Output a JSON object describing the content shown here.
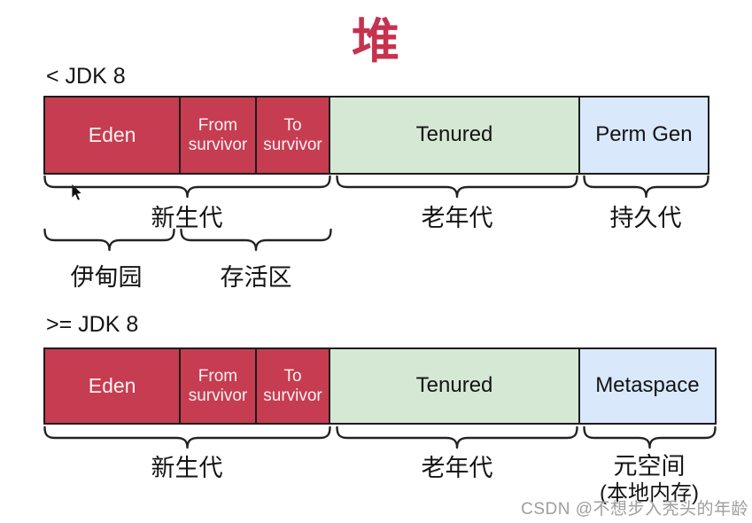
{
  "title": "堆",
  "watermark": "CSDN @不想步入秃头的年龄",
  "colors": {
    "title": "#C5334E",
    "young_gen_fill": "#C63C50",
    "young_gen_text": "#FBF1F3",
    "tenured_fill": "#D5E8D4",
    "perm_gen_fill": "#DAE8FC",
    "metaspace_fill": "#DAE8FC",
    "outline": "#1C1C1C",
    "brace_stroke": "#222222",
    "watermark_color": "#9E9E9E"
  },
  "sections": [
    {
      "version_label": "< JDK 8",
      "segments": [
        {
          "label": "Eden",
          "region": "young"
        },
        {
          "label": "From survivor",
          "region": "young"
        },
        {
          "label": "To survivor",
          "region": "young"
        },
        {
          "label": "Tenured",
          "region": "old"
        },
        {
          "label": "Perm Gen",
          "region": "perm"
        }
      ],
      "group_labels": [
        "新生代",
        "老年代",
        "持久代"
      ],
      "sub_group_labels": [
        "伊甸园",
        "存活区"
      ]
    },
    {
      "version_label": ">= JDK 8",
      "segments": [
        {
          "label": "Eden",
          "region": "young"
        },
        {
          "label": "From survivor",
          "region": "young"
        },
        {
          "label": "To survivor",
          "region": "young"
        },
        {
          "label": "Tenured",
          "region": "old"
        },
        {
          "label": "Metaspace",
          "region": "meta"
        }
      ],
      "group_labels": [
        "新生代",
        "老年代",
        "元空间"
      ],
      "metaspace_note": "(本地内存)"
    }
  ]
}
